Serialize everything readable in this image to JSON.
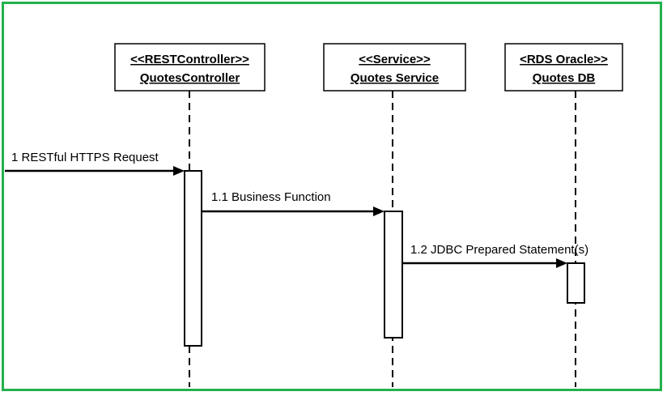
{
  "colors": {
    "frame_border": "#22b14c",
    "line": "#000000"
  },
  "lifelines": [
    {
      "stereotype": "<<RESTController>>",
      "name": "QuotesController"
    },
    {
      "stereotype": "<<Service>>",
      "name": "Quotes Service"
    },
    {
      "stereotype": "<RDS Oracle>>",
      "name": "Quotes DB"
    }
  ],
  "messages": [
    {
      "label": "1 RESTful HTTPS Request"
    },
    {
      "label": "1.1 Business Function"
    },
    {
      "label": "1.2 JDBC Prepared Statement(s)"
    }
  ]
}
